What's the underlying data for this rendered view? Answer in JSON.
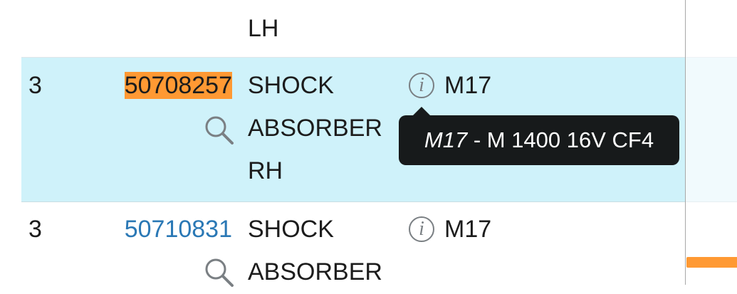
{
  "rows": [
    {
      "description_tail": "LH"
    },
    {
      "qty": "3",
      "part_number": "50708257",
      "description": [
        "SHOCK",
        "ABSORBER",
        "RH"
      ],
      "model": "M17"
    },
    {
      "qty": "3",
      "part_number": "50710831",
      "description": [
        "SHOCK",
        "ABSORBER"
      ],
      "model": "M17"
    }
  ],
  "tooltip": {
    "code": "M17",
    "text": " - M 1400 16V CF4"
  },
  "icons": {
    "info": "i"
  },
  "colors": {
    "highlight": "#ff9933",
    "selected_row": "#cff2fa",
    "link": "#2a78b5",
    "tooltip_bg": "#171a1b"
  }
}
